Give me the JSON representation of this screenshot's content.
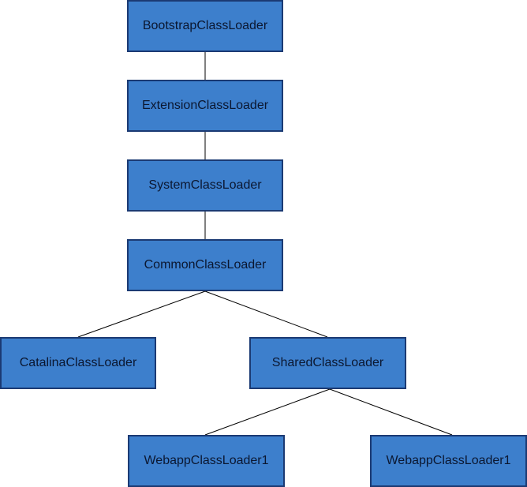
{
  "nodes": {
    "bootstrap": "BootstrapClassLoader",
    "extension": "ExtensionClassLoader",
    "system": "SystemClassLoader",
    "common": "CommonClassLoader",
    "catalina": "CatalinaClassLoader",
    "shared": "SharedClassLoader",
    "webapp1": "WebappClassLoader1",
    "webapp2": "WebappClassLoader1"
  },
  "edges": [
    [
      "bootstrap",
      "extension"
    ],
    [
      "extension",
      "system"
    ],
    [
      "system",
      "common"
    ],
    [
      "common",
      "catalina"
    ],
    [
      "common",
      "shared"
    ],
    [
      "shared",
      "webapp1"
    ],
    [
      "shared",
      "webapp2"
    ]
  ],
  "colors": {
    "node_fill": "#3d7fcc",
    "node_border": "#1b3a73",
    "connector": "#000000"
  }
}
